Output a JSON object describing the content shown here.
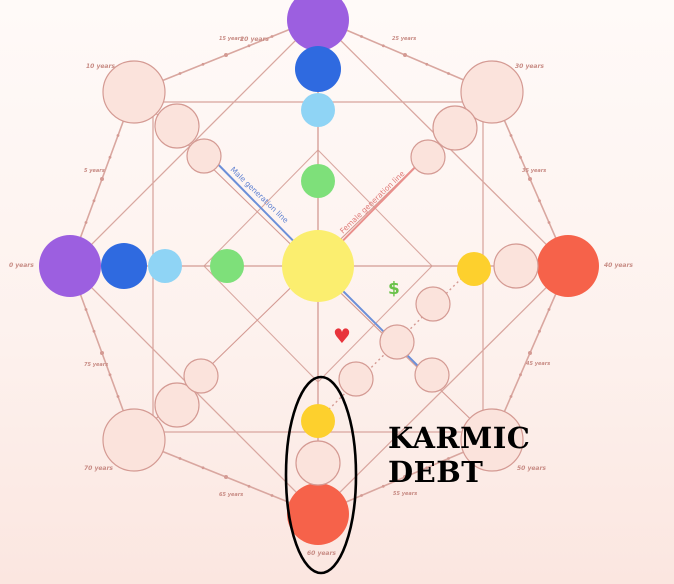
{
  "age_labels": {
    "top": "20 years",
    "top_right": "30 years",
    "right": "40 years",
    "bottom_right": "50 years",
    "bottom": "60 years",
    "bottom_left": "70 years",
    "left": "0 years",
    "top_left": "10 years"
  },
  "minor_age_labels": {
    "top_right": [
      "25 years"
    ],
    "right_upper": [
      "35 years"
    ],
    "right_lower": [
      "45 years"
    ],
    "bottom_right": [
      "55 years"
    ],
    "bottom_left": [
      "65 years"
    ],
    "left_lower": [
      "75 years"
    ],
    "left_upper": [
      "5 years"
    ],
    "top_left": [
      "15 years"
    ]
  },
  "diagonal_labels": {
    "male": "Male generation line",
    "female": "Female generation line"
  },
  "symbols": {
    "money": "$",
    "heart": "♥"
  },
  "callout": {
    "line1": "KARMIC",
    "line2": "DEBT"
  },
  "colors": {
    "purple": "#9c5fe0",
    "blue": "#2f6ae0",
    "light_blue": "#8fd4f5",
    "green": "#7ee07a",
    "yellow": "#fbee6f",
    "gold": "#fdd02d",
    "coral": "#f6624a",
    "pale": "#fbe3dc",
    "line": "#d49a93",
    "male_line": "#6b8fd8",
    "female_line": "#e98f8c",
    "heart": "#e8343c",
    "money": "#69c24a"
  }
}
